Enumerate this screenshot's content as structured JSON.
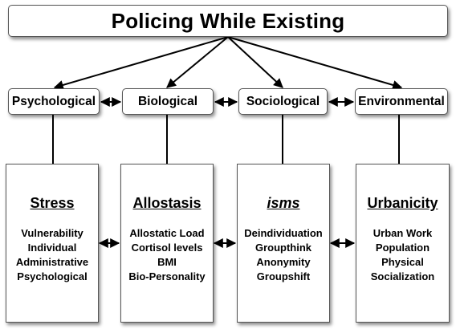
{
  "title": "Policing While Existing",
  "categories": [
    {
      "label": "Psychological"
    },
    {
      "label": "Biological"
    },
    {
      "label": "Sociological"
    },
    {
      "label": "Environmental"
    }
  ],
  "panels": [
    {
      "heading": "Stress",
      "items": [
        "Vulnerability",
        "Individual",
        "Administrative",
        "Psychological"
      ]
    },
    {
      "heading": "Allostasis",
      "items": [
        "Allostatic Load",
        "Cortisol levels",
        "BMI",
        "Bio-Personality"
      ]
    },
    {
      "heading": "isms",
      "items": [
        "Deindividuation",
        "Groupthink",
        "Anonymity",
        "Groupshift"
      ]
    },
    {
      "heading": "Urbanicity",
      "items": [
        "Urban Work",
        "Population",
        "Physical",
        "Socialization"
      ]
    }
  ]
}
